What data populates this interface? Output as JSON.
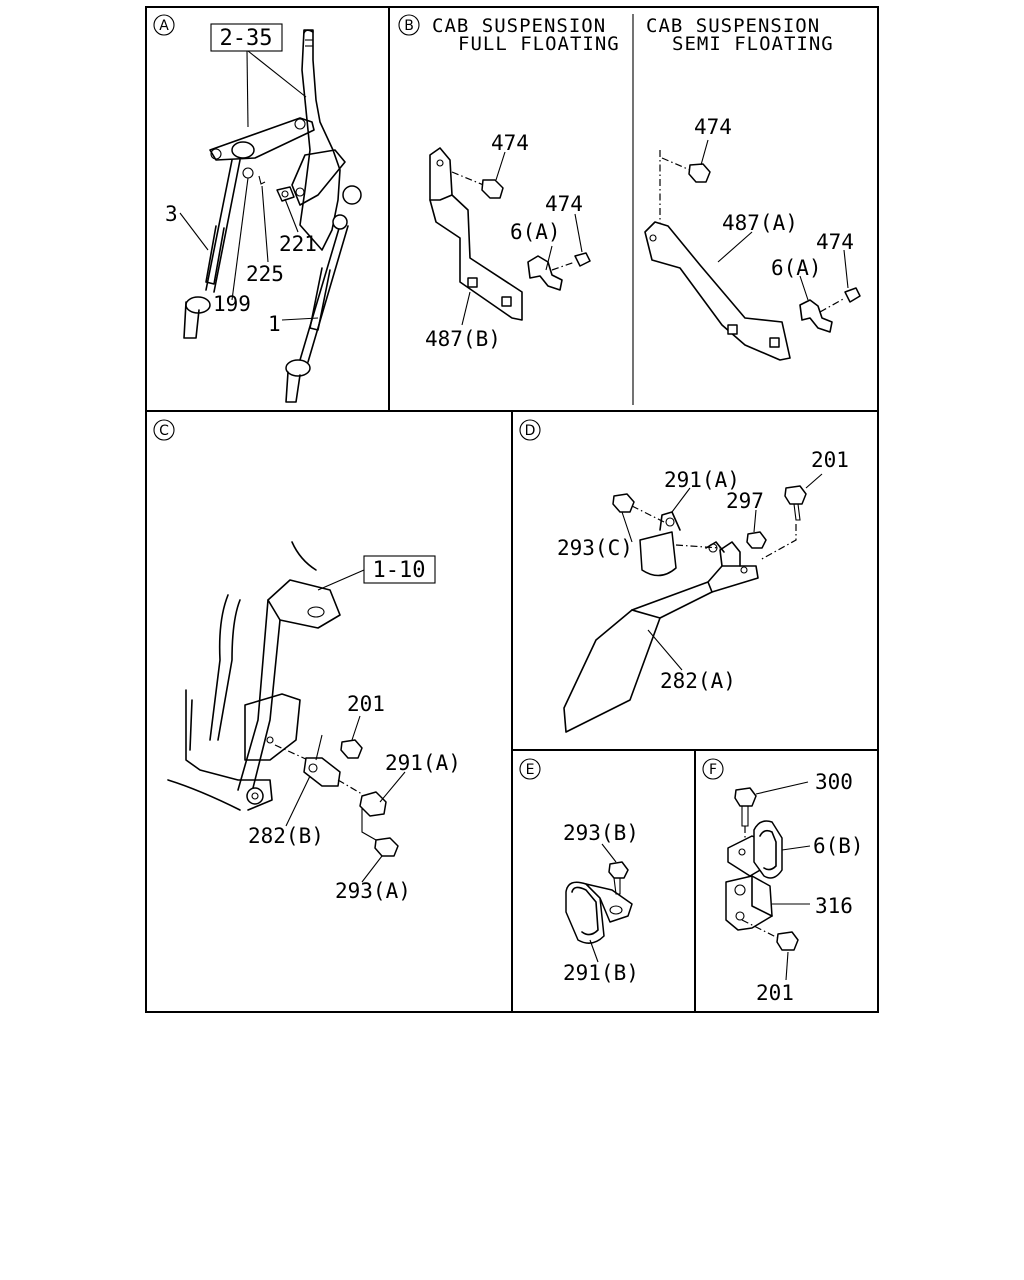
{
  "sections": {
    "A": {
      "letter": "A",
      "ref_box": "2-35",
      "labels": [
        "3",
        "199",
        "225",
        "221",
        "1"
      ]
    },
    "B": {
      "letter": "B",
      "heading_left_1": "CAB SUSPENSION",
      "heading_left_2": "FULL FLOATING",
      "heading_right_1": "CAB SUSPENSION",
      "heading_right_2": "SEMI FLOATING",
      "labels_left": [
        "474",
        "474",
        "6(A)",
        "487(B)"
      ],
      "labels_right": [
        "474",
        "487(A)",
        "474",
        "6(A)"
      ]
    },
    "C": {
      "letter": "C",
      "ref_box": "1-10",
      "labels": [
        "201",
        "291(A)",
        "282(B)",
        "293(A)"
      ]
    },
    "D": {
      "letter": "D",
      "labels": [
        "201",
        "291(A)",
        "297",
        "293(C)",
        "282(A)"
      ]
    },
    "E": {
      "letter": "E",
      "labels": [
        "293(B)",
        "291(B)"
      ]
    },
    "F": {
      "letter": "F",
      "labels": [
        "300",
        "6(B)",
        "316",
        "201"
      ]
    }
  }
}
